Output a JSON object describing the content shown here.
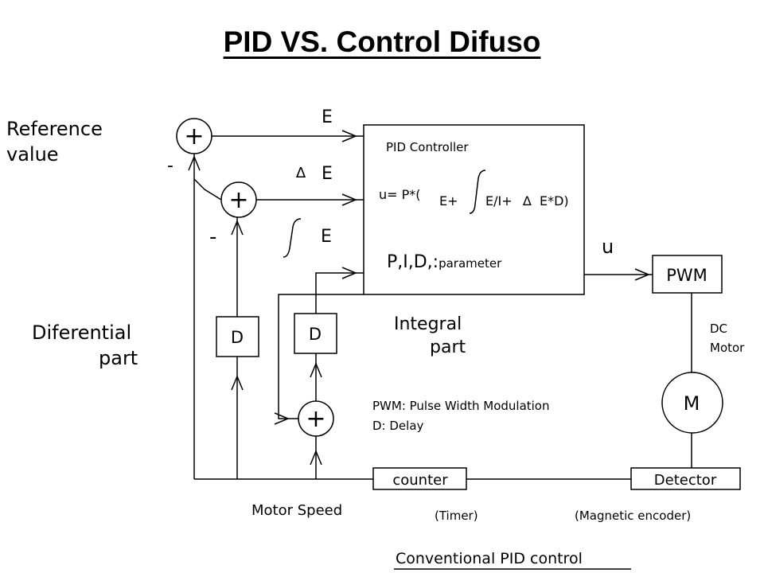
{
  "title": "PID VS. Control Difuso",
  "labels": {
    "reference_line1": "Reference",
    "reference_line2": "value",
    "differential_line1": "Diferential",
    "differential_line2": "part",
    "integral_line1": "Integral",
    "integral_line2": "part",
    "e_signal": "E",
    "delta_symbol": "∆",
    "delta_e_signal": "E",
    "integral_e_signal": "E",
    "minus_1": "-",
    "minus_2": "-",
    "plus_symbol": "+",
    "u_output": "u",
    "dc_motor_line1": "DC",
    "dc_motor_line2": "Motor",
    "motor_speed": "Motor Speed",
    "timer": "(Timer)",
    "magnetic_encoder": "(Magnetic encoder)",
    "conventional_pid": "Conventional PID control"
  },
  "controller": {
    "title": "PID Controller",
    "formula_u": "u= P*(",
    "formula_e": "E+",
    "formula_ei": "E/I+",
    "formula_delta": "∆",
    "formula_ed": "E*D)",
    "params_main": "P,I,D,:",
    "params_word": "parameter"
  },
  "blocks": {
    "pwm": "PWM",
    "delay_left": "D",
    "delay_right": "D",
    "motor": "M",
    "counter": "counter",
    "detector": "Detector"
  },
  "legend": {
    "pwm_def": "PWM: Pulse Width Modulation",
    "delay_def": "D:  Delay"
  }
}
